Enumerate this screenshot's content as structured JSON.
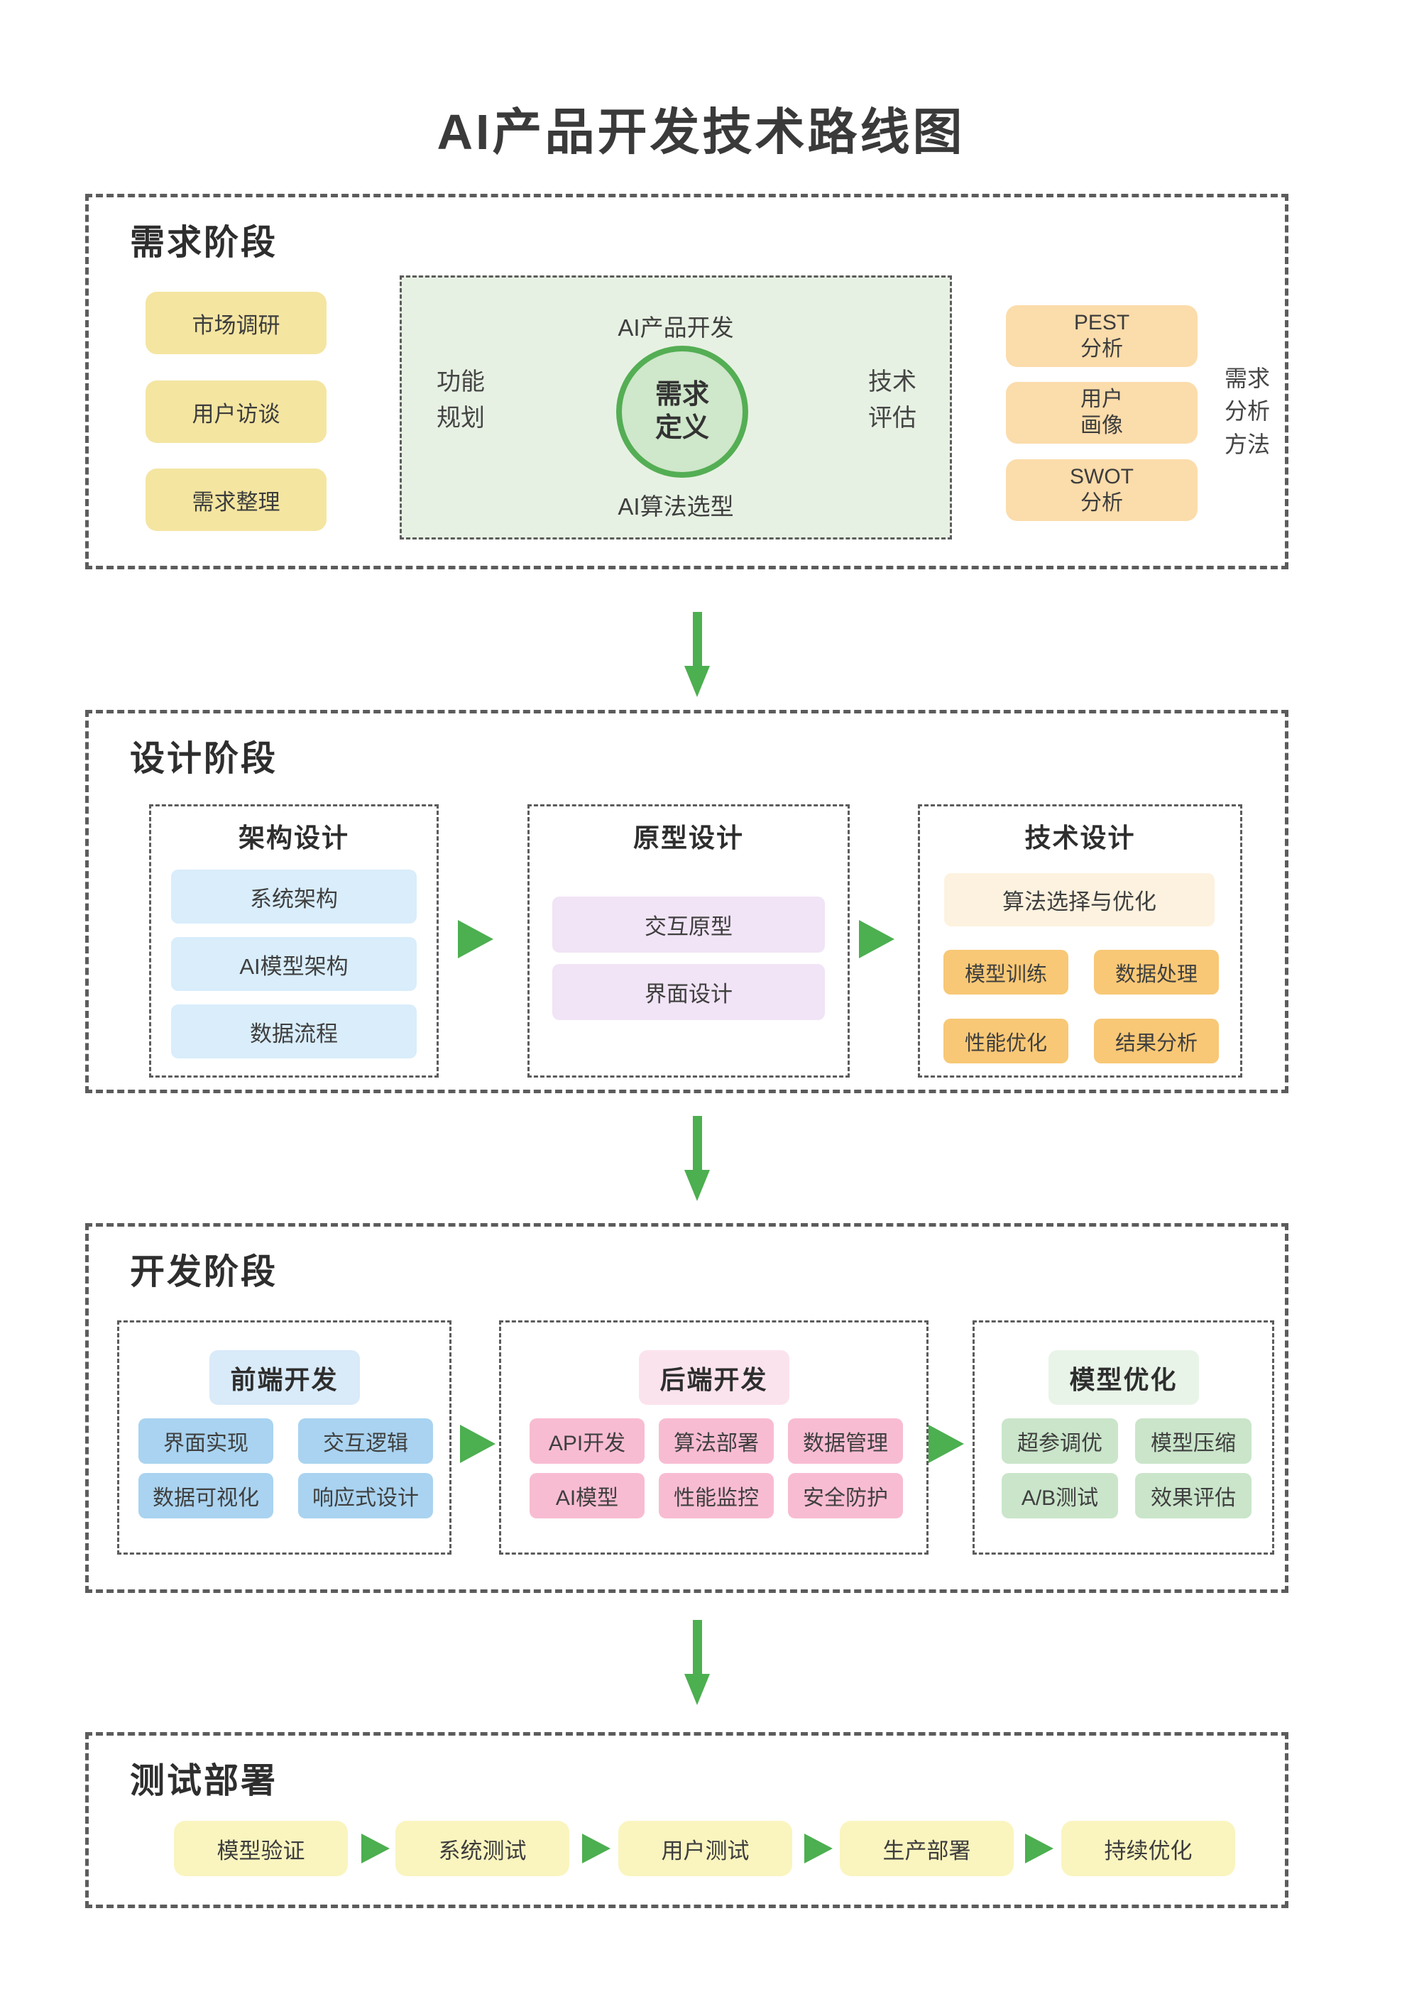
{
  "title": "AI产品开发技术路线图",
  "palette": {
    "arrow_green": "#4caf50",
    "circle_border": "#54ae54",
    "circle_fill": "#cfe7ca",
    "green_panel_bg": "#e7f1e3",
    "yellow": "#f4e5a1",
    "pale_yellow": "#faf5bf",
    "orange": "#fbdcab",
    "deep_orange": "#f8c876",
    "cream": "#fdf2df",
    "light_blue": "#d9edfb",
    "mid_blue": "#a9d3f0",
    "blue_title_bg": "#d9eaf9",
    "lavender": "#f1e4f6",
    "pink": "#f8bcd2",
    "pink_title_bg": "#fbe3ed",
    "green_title_bg": "#e8f4e8",
    "light_green": "#cae5ca",
    "border_gray": "#5c5c5c",
    "text_dark": "#3a3a3a"
  },
  "requirement": {
    "label": "需求阶段",
    "methods_left": [
      "市场调研",
      "用户访谈",
      "需求整理"
    ],
    "center": {
      "top": "AI产品开发",
      "left": [
        "功能",
        "规划"
      ],
      "circle": [
        "需求",
        "定义"
      ],
      "right": [
        "技术",
        "评估"
      ],
      "bottom": "AI算法选型"
    },
    "methods_right": [
      [
        "PEST",
        "分析"
      ],
      [
        "用户",
        "画像"
      ],
      [
        "SWOT",
        "分析"
      ]
    ],
    "side_note": [
      "需求",
      "分析",
      "方法"
    ]
  },
  "design": {
    "label": "设计阶段",
    "groups": [
      {
        "title": "架构设计",
        "items": [
          "系统架构",
          "AI模型架构",
          "数据流程"
        ]
      },
      {
        "title": "原型设计",
        "items": [
          "交互原型",
          "界面设计"
        ]
      },
      {
        "title": "技术设计",
        "wide_item": "算法选择与优化",
        "items": [
          "模型训练",
          "数据处理",
          "性能优化",
          "结果分析"
        ]
      }
    ]
  },
  "development": {
    "label": "开发阶段",
    "groups": [
      {
        "title": "前端开发",
        "items": [
          "界面实现",
          "交互逻辑",
          "数据可视化",
          "响应式设计"
        ]
      },
      {
        "title": "后端开发",
        "items": [
          "API开发",
          "算法部署",
          "数据管理",
          "AI模型",
          "性能监控",
          "安全防护"
        ]
      },
      {
        "title": "模型优化",
        "items": [
          "超参调优",
          "模型压缩",
          "A/B测试",
          "效果评估"
        ]
      }
    ]
  },
  "testing": {
    "label": "测试部署",
    "steps": [
      "模型验证",
      "系统测试",
      "用户测试",
      "生产部署",
      "持续优化"
    ]
  }
}
